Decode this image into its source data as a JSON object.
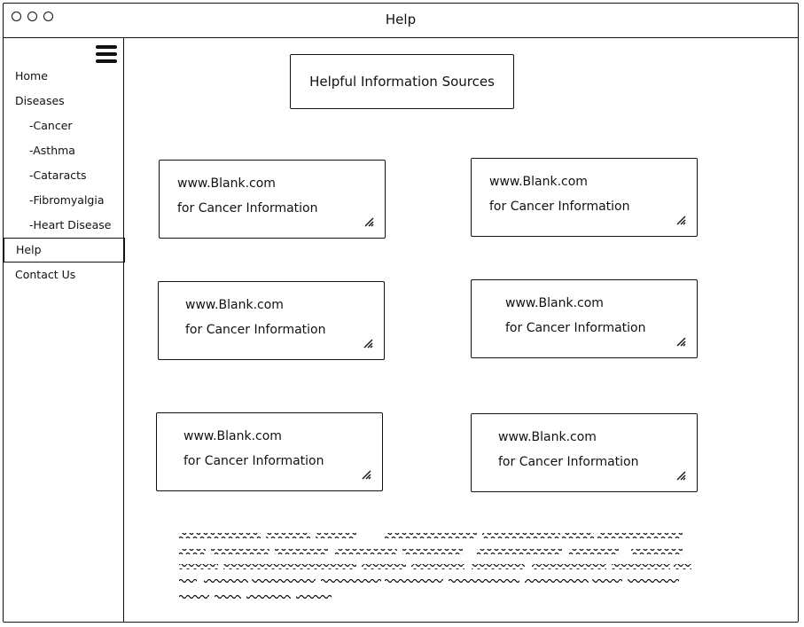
{
  "window": {
    "title": "Help"
  },
  "sidebar": {
    "items": [
      {
        "label": "Home",
        "sub": false,
        "active": false
      },
      {
        "label": "Diseases",
        "sub": false,
        "active": false
      },
      {
        "label": "-Cancer",
        "sub": true,
        "active": false
      },
      {
        "label": "-Asthma",
        "sub": true,
        "active": false
      },
      {
        "label": "-Cataracts",
        "sub": true,
        "active": false
      },
      {
        "label": "-Fibromyalgia",
        "sub": true,
        "active": false
      },
      {
        "label": "-Heart Disease",
        "sub": true,
        "active": false
      },
      {
        "label": "Help",
        "sub": false,
        "active": true
      },
      {
        "label": "Contact Us",
        "sub": false,
        "active": false
      }
    ]
  },
  "main": {
    "heading": "Helpful Information Sources",
    "cards": [
      {
        "url": "www.Blank.com",
        "desc": "for Cancer Information"
      },
      {
        "url": "www.Blank.com",
        "desc": "for Cancer Information"
      },
      {
        "url": "www.Blank.com",
        "desc": "for Cancer Information"
      },
      {
        "url": "www.Blank.com",
        "desc": "for Cancer Information"
      },
      {
        "url": "www.Blank.com",
        "desc": "for Cancer Information"
      },
      {
        "url": "www.Blank.com",
        "desc": "for Cancer Information"
      }
    ]
  },
  "icons": {
    "menu": "hamburger-menu-icon",
    "resize": "resize-handle-icon",
    "window_controls": "circle-icon"
  }
}
